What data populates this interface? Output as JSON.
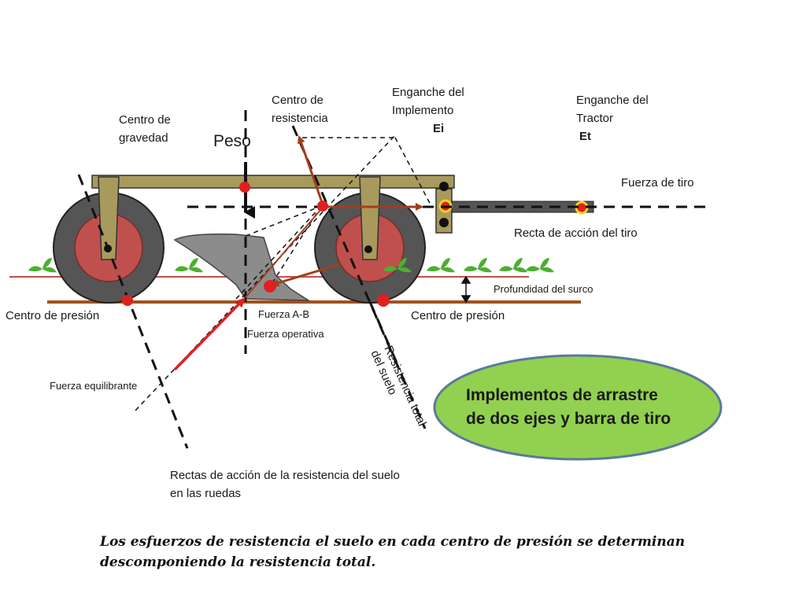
{
  "diagram": {
    "labels": {
      "centro_gravedad": [
        "Centro de",
        "gravedad"
      ],
      "centro_resistencia": [
        "Centro de",
        "resistencia"
      ],
      "enganche_implemento": [
        "Enganche del",
        "Implemento",
        "Ei"
      ],
      "enganche_tractor": [
        "Enganche del",
        "Tractor",
        "Et"
      ],
      "peso": "Peso",
      "fuerza_tiro": "Fuerza de tiro",
      "recta_accion_tiro": "Recta de acción del tiro",
      "profundidad_surco": "Profundidad del surco",
      "centro_presion_left": "Centro de presión",
      "centro_presion_right": "Centro de presión",
      "fuerza_ab": "Fuerza A-B",
      "fuerza_operativa": "Fuerza operativa",
      "fuerza_equilibrante": "Fuerza equilibrante",
      "resistencia_total": "Resistencia  total",
      "del_suelo": "del suelo",
      "rectas_accion": [
        "Rectas de acción de la resistencia del suelo",
        "en las ruedas"
      ]
    },
    "title_box": [
      "Implementos de arrastre",
      "de dos ejes y barra de tiro"
    ],
    "caption": [
      "Los esfuerzos de resistencia el suelo en cada centro de presión se determinan",
      "descomponiendo la resistencia total."
    ],
    "colors": {
      "frame": "#a89a5c",
      "tire": "#555555",
      "hub": "#c0504d",
      "red": "#e02020",
      "arrow_brown": "#a0401c",
      "ground": "#a0521e",
      "plant": "#4caf30",
      "ellipse_fill": "#92d050",
      "ellipse_stroke": "#5a7a9a",
      "plow": "#8c8c8c",
      "drawbar": "#555555",
      "hitch_yellow": "#f2d21b"
    }
  }
}
